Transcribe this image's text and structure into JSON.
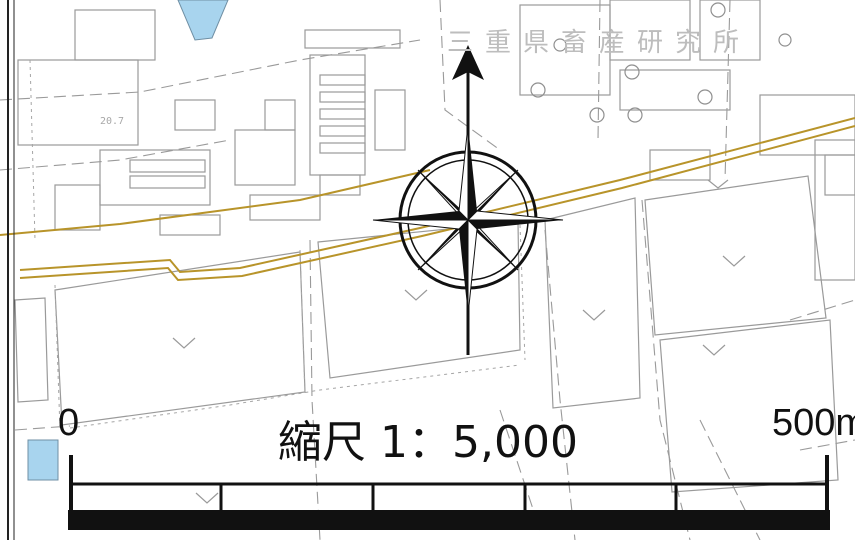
{
  "map": {
    "facility_label": "三重県畜産研究所",
    "elevation_label": "20.7",
    "scale": {
      "title": "縮尺 1：5,000",
      "start_label": "0",
      "end_label": "500m"
    },
    "colors": {
      "road_line": "#b8942a",
      "water": "#a8d4ee",
      "base_lines": "#9a9a9a",
      "compass": "#111111",
      "frame": "#222222"
    },
    "compass": {
      "direction": "north"
    }
  }
}
